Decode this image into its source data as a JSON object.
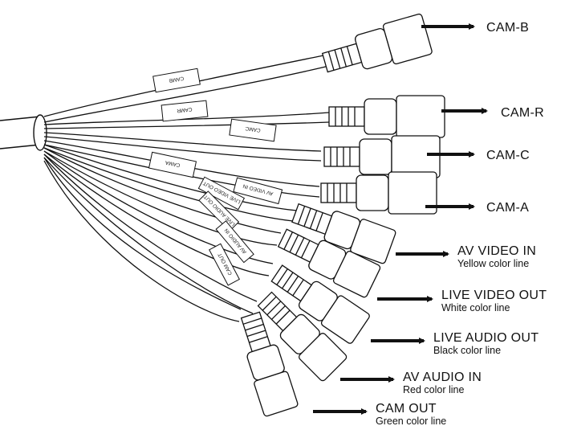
{
  "connectors": [
    {
      "id": "cam-b",
      "label": "CAM-B",
      "sleeve": "CAMB"
    },
    {
      "id": "cam-r",
      "label": "CAM-R",
      "sleeve": "CAMR"
    },
    {
      "id": "cam-c",
      "label": "CAM-C",
      "sleeve": "CAMC"
    },
    {
      "id": "cam-a",
      "label": "CAM-A",
      "sleeve": "CAMA"
    },
    {
      "id": "av-video-in",
      "label": "AV VIDEO IN",
      "note": "Yellow color line",
      "sleeve": "AV VIDEO IN"
    },
    {
      "id": "live-video-out",
      "label": "LIVE VIDEO OUT",
      "note": "White color line",
      "sleeve": "LIVE VIDEO OUT"
    },
    {
      "id": "live-audio-out",
      "label": "LIVE AUDIO OUT",
      "note": "Black color line",
      "sleeve": "LIVE AUDIO OUT"
    },
    {
      "id": "av-audio-in",
      "label": "AV AUDIO IN",
      "note": "Red color line",
      "sleeve": "AV AUDIO IN"
    },
    {
      "id": "cam-out",
      "label": "CAM OUT",
      "note": "Green color line",
      "sleeve": "CAM OUT"
    }
  ],
  "colors": {
    "line": "#111111",
    "fill": "#ffffff"
  }
}
